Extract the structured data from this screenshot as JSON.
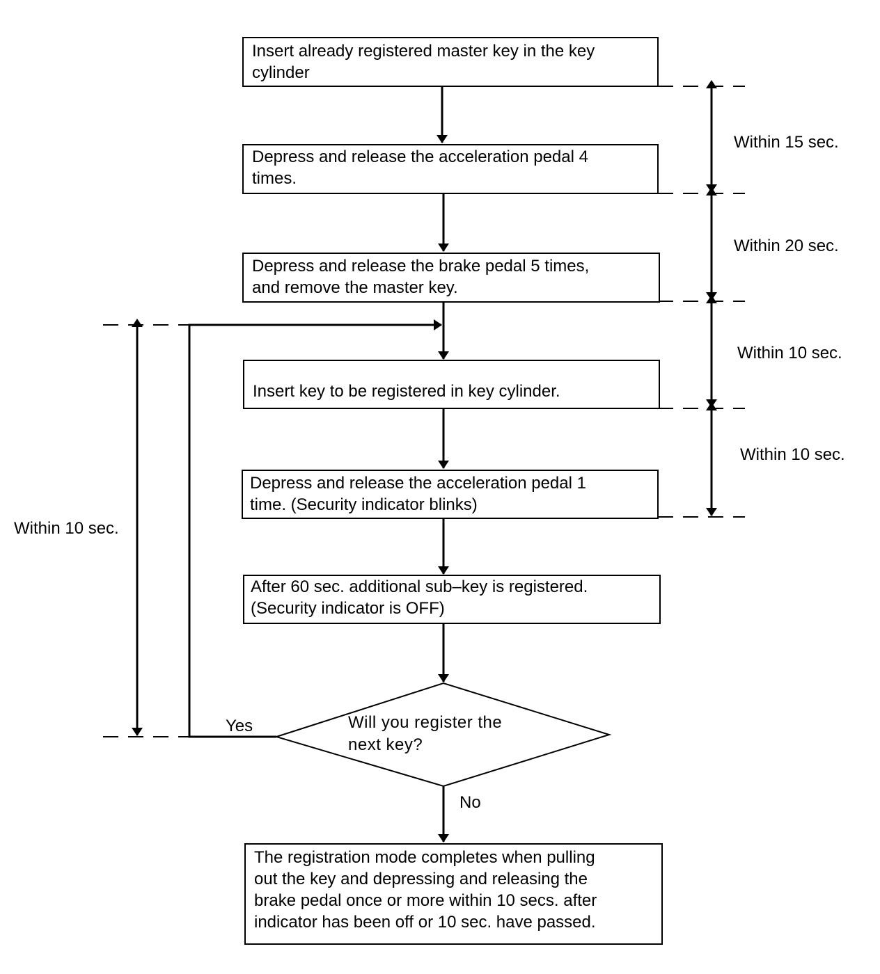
{
  "steps": [
    {
      "id": "step-insert-master",
      "text": "Insert already registered master key in the key\ncylinder"
    },
    {
      "id": "step-accel-4",
      "text": "Depress and release the acceleration pedal 4\ntimes."
    },
    {
      "id": "step-brake-5",
      "text": "Depress and release the brake pedal 5 times,\nand remove the master key."
    },
    {
      "id": "step-insert-new",
      "text": "Insert key to be registered in key cylinder."
    },
    {
      "id": "step-accel-1",
      "text": "Depress and release the acceleration pedal 1\ntime. (Security indicator blinks)"
    },
    {
      "id": "step-after-60",
      "text": "After 60 sec. additional sub–key is registered.\n(Security indicator is OFF)"
    },
    {
      "id": "step-complete",
      "text": "The registration mode completes when pulling\nout the key and depressing and releasing the\nbrake pedal once or more within 10 secs. after\nindicator has been off or 10 sec. have passed."
    }
  ],
  "decision": {
    "text": "Will you register the\nnext key?",
    "yes_label": "Yes",
    "no_label": "No"
  },
  "timing": {
    "right": [
      "Within 15 sec.",
      "Within 20 sec.",
      "Within 10 sec.",
      "Within 10 sec."
    ],
    "left": "Within 10 sec."
  }
}
